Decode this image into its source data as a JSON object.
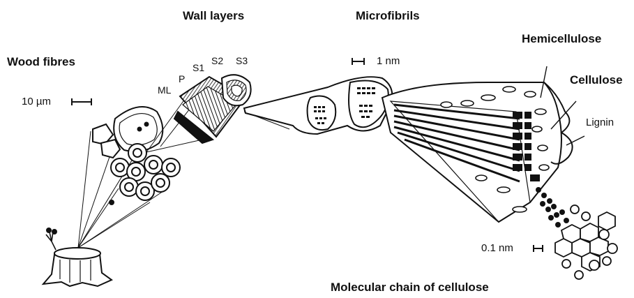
{
  "labels": {
    "wood_fibres": "Wood fibres",
    "wall_layers": "Wall layers",
    "microfibrils": "Microfibrils",
    "hemicellulose": "Hemicellulose",
    "cellulose": "Cellulose",
    "lignin": "Lignin",
    "molecular_chain": "Molecular chain of cellulose"
  },
  "layer_labels": {
    "ml": "ML",
    "p": "P",
    "s1": "S1",
    "s2": "S2",
    "s3": "S3"
  },
  "scales": {
    "fibre_scale": "10 µm",
    "microfibril_scale": "1 nm",
    "molecule_scale": "0.1 nm"
  }
}
